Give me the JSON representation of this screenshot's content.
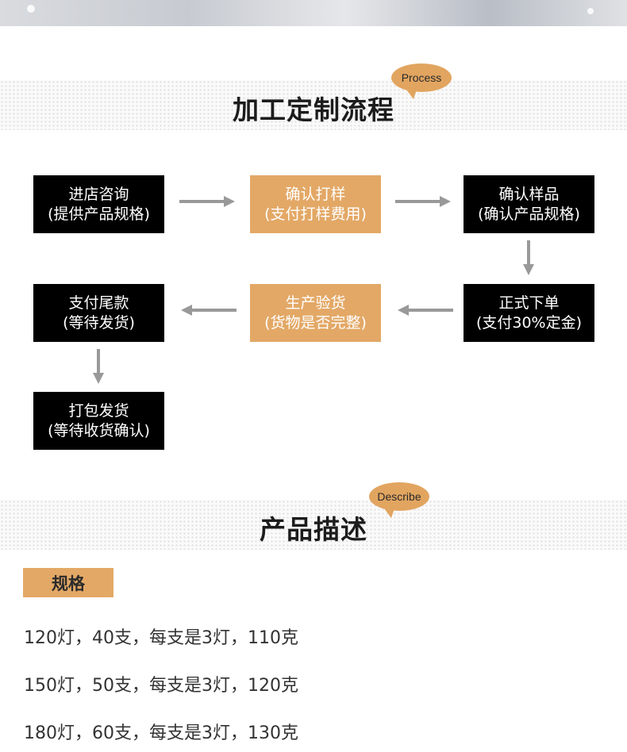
{
  "process_section": {
    "title": "加工定制流程",
    "bubble": "Process"
  },
  "steps": [
    {
      "line1": "进店咨询",
      "line2": "(提供产品规格)"
    },
    {
      "line1": "确认打样",
      "line2": "(支付打样费用)"
    },
    {
      "line1": "确认样品",
      "line2": "(确认产品规格)"
    },
    {
      "line1": "正式下单",
      "line2": "(支付30%定金)"
    },
    {
      "line1": "生产验货",
      "line2": "(货物是否完整)"
    },
    {
      "line1": "支付尾款",
      "line2": "(等待发货)"
    },
    {
      "line1": "打包发货",
      "line2": "(等待收货确认)"
    }
  ],
  "describe_section": {
    "title": "产品描述",
    "bubble": "Describe"
  },
  "specs": {
    "tag": "规格",
    "lines": [
      "120灯，40支，每支是3灯，110克",
      "150灯，50支，每支是3灯，120克",
      "180灯，60支，每支是3灯，130克"
    ]
  },
  "colors": {
    "accent_orange": "#e3a866",
    "step_black": "#000000",
    "arrow_gray": "#999999"
  }
}
